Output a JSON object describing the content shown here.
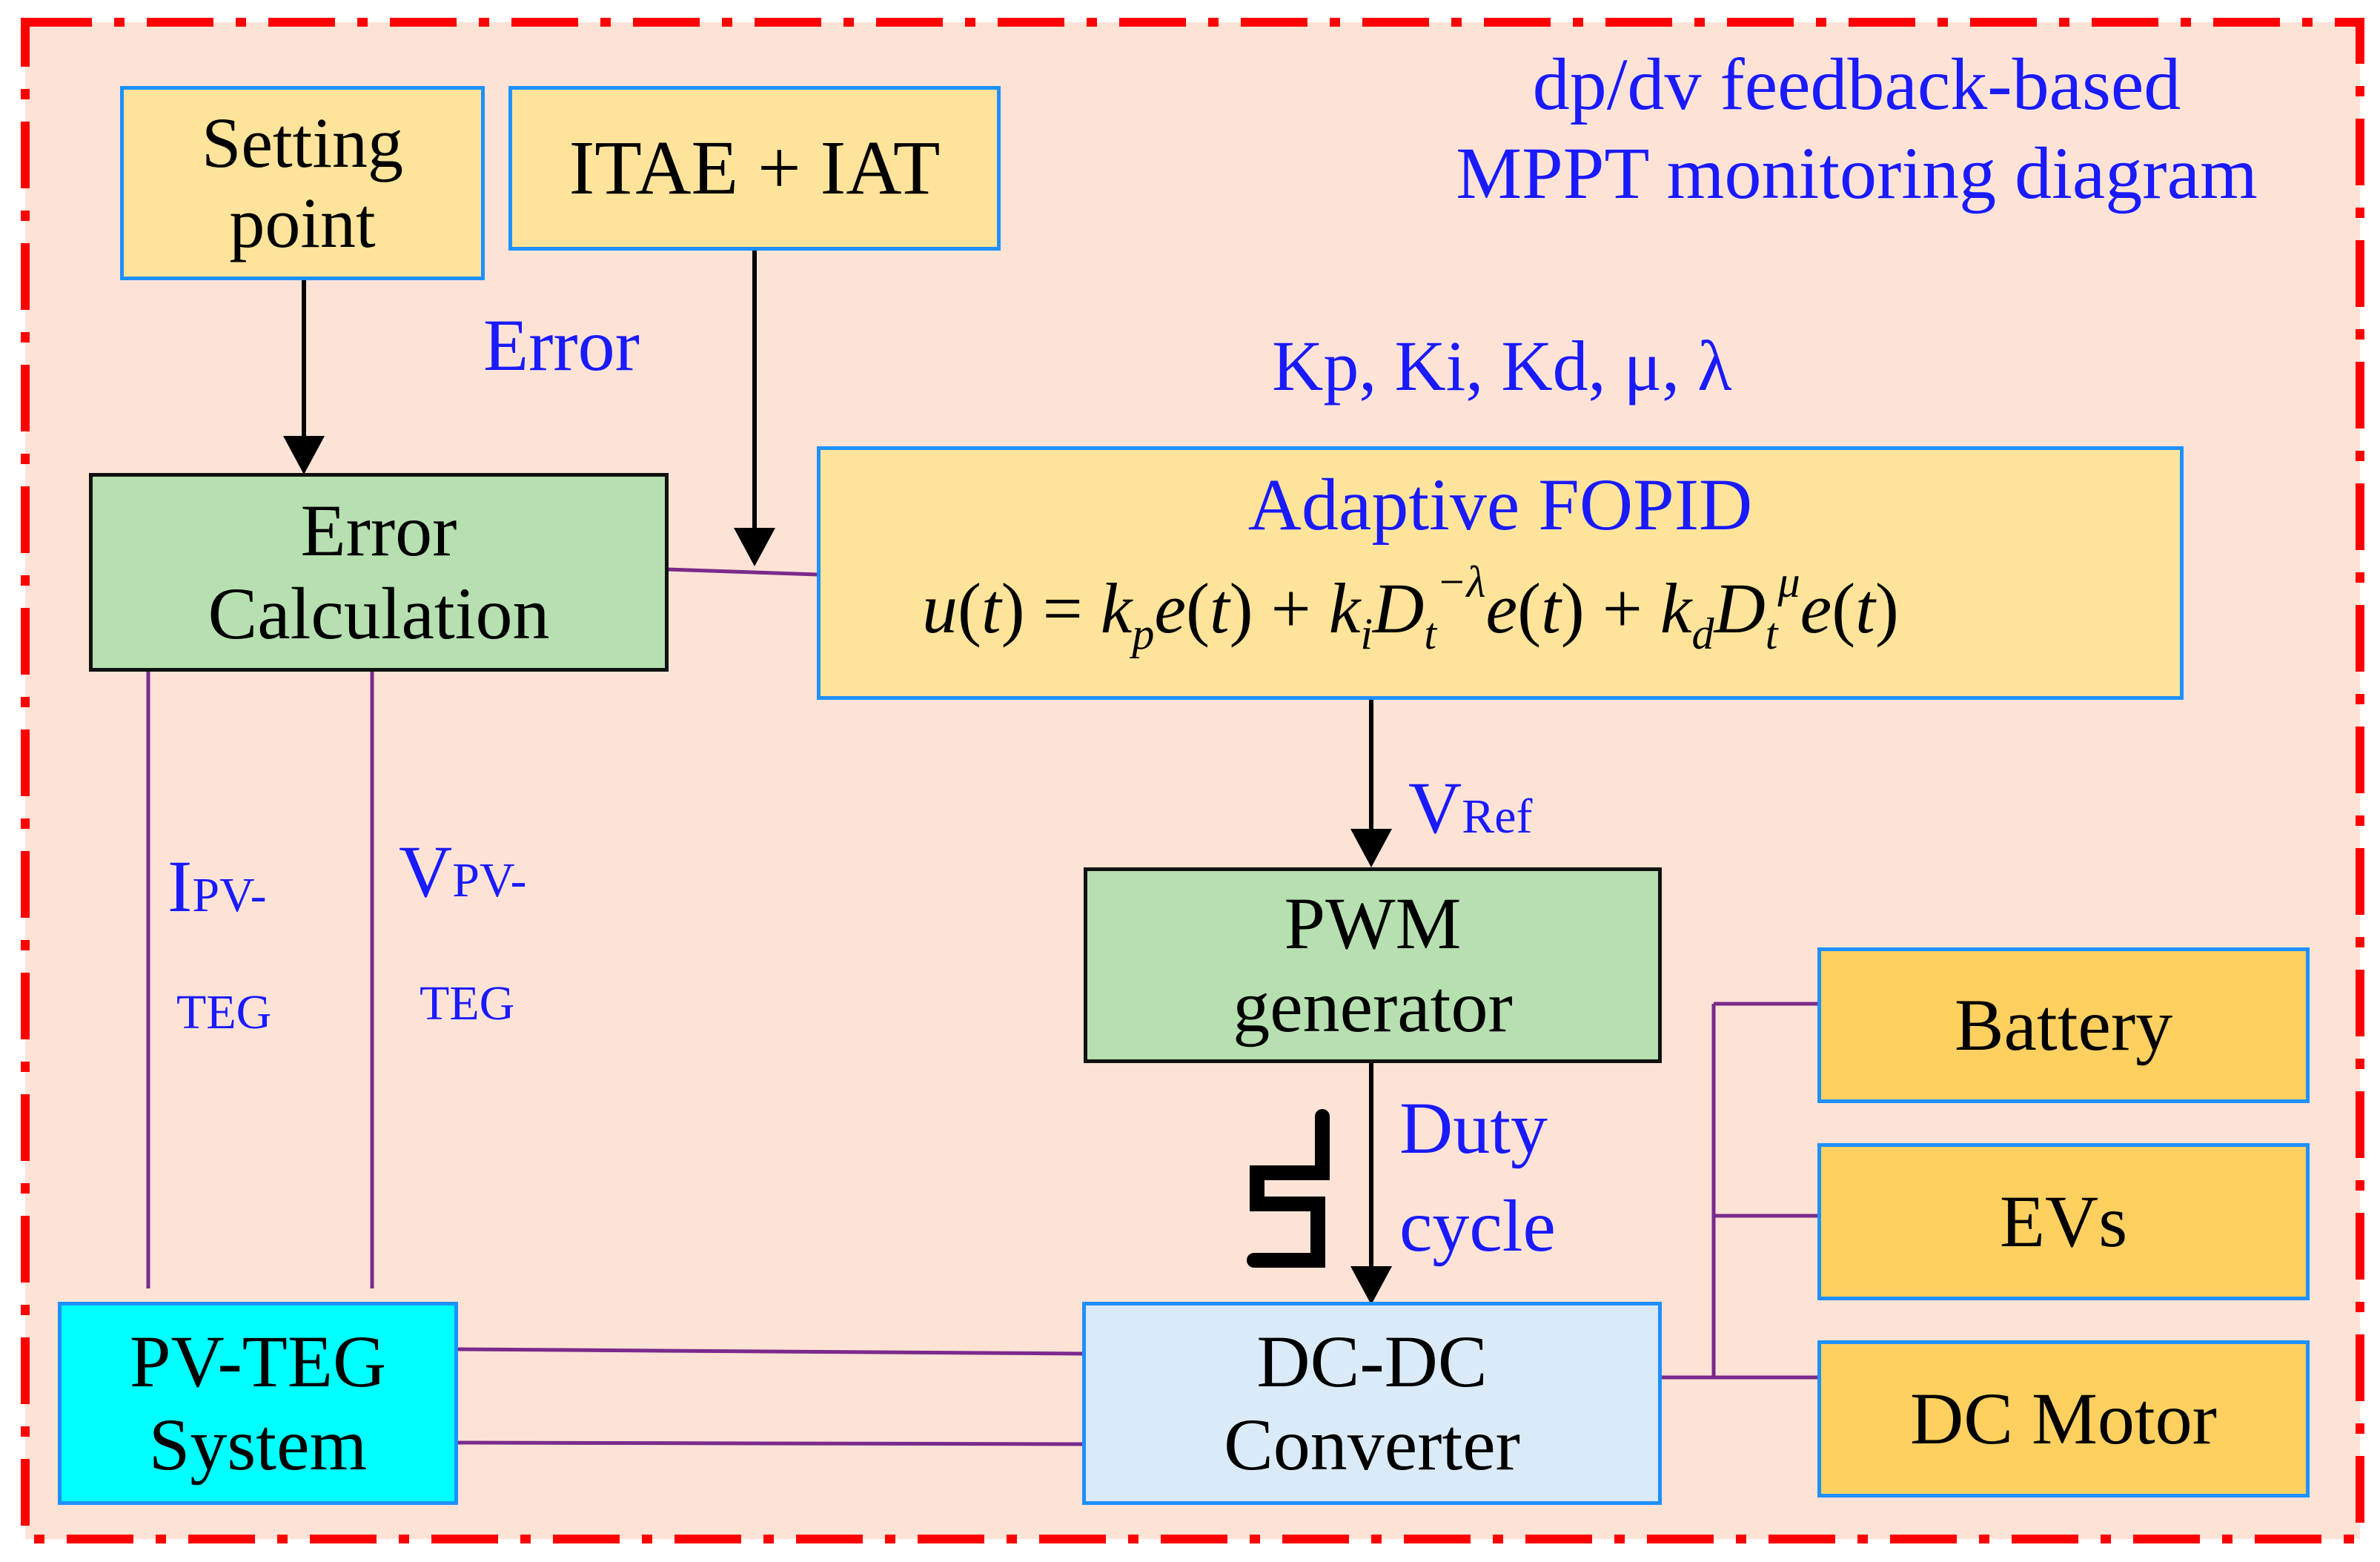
{
  "title_lines": [
    "dp/dv feedback-based",
    "MPPT monitoring diagram"
  ],
  "boxes": {
    "setting_point": [
      "Setting",
      "point"
    ],
    "itae_iat": "ITAE + IAT",
    "error_calc": [
      "Error",
      "Calculation"
    ],
    "fopid_title": "Adaptive FOPID",
    "pwm": [
      "PWM",
      "generator"
    ],
    "pvteg": [
      "PV-TEG",
      "System"
    ],
    "dcdc": [
      "DC-DC",
      "Converter"
    ],
    "battery": "Battery",
    "evs": "EVs",
    "motor": "DC Motor"
  },
  "labels": {
    "error": "Error",
    "params": "Kp, Ki, Kd, μ, λ",
    "vref_main": "V",
    "vref_sub": "Ref",
    "duty": [
      "Duty",
      "cycle"
    ],
    "ipv_main": "I",
    "ipv_sub1": "PV-",
    "ipv_sub2": "TEG",
    "vpv_main": "V",
    "vpv_sub1": "PV-",
    "vpv_sub2": "TEG"
  },
  "colors": {
    "background": "#fde3d6",
    "frame": "#ff0000",
    "text_blue": "#1a1aff",
    "box_yellow": "#fde49a",
    "box_gold": "#fdd060",
    "box_green": "#b6e0b0",
    "box_cyan": "#00ffff",
    "box_lightblue": "#dbeaf7",
    "wire": "#7a2a8c"
  }
}
